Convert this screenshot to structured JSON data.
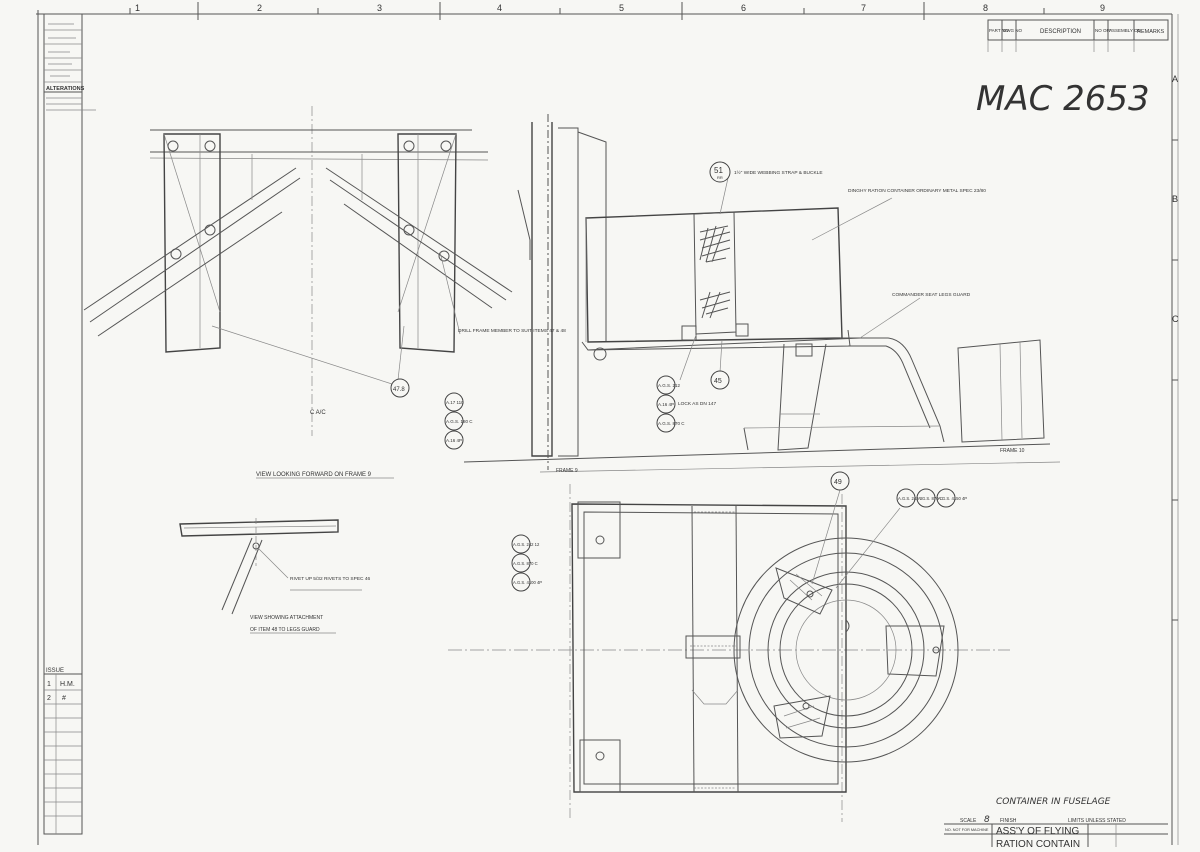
{
  "sheet": {
    "column_numbers": [
      "1",
      "2",
      "3",
      "4",
      "5",
      "6",
      "7",
      "8",
      "9"
    ],
    "row_letters": [
      "A",
      "B",
      "C"
    ]
  },
  "revision_table": {
    "headers": [
      "PART NO",
      "DWG NO",
      "DESCRIPTION",
      "NO OFF",
      "ASSEMBLY ON",
      "REMARKS"
    ]
  },
  "left_strip": {
    "heading": "ALTERATIONS",
    "issue_label": "ISSUE",
    "issue_rows": [
      [
        "1",
        "H.M."
      ],
      [
        "2",
        "#"
      ]
    ]
  },
  "drawing_number": "MAC 2653",
  "views": {
    "frame_view": {
      "caption": "VIEW LOOKING FORWARD ON FRAME 9",
      "centerline_label": "C A/C",
      "note": "DRILL FRAME MEMBER TO SUIT ITEMS 47 & 48"
    },
    "side_view": {
      "note_strap": "1½\" WIDE WEBBING STRAP & BUCKLE",
      "note_container": "DINGHY RATION CONTAINER ORDINARY METAL SPEC 23/80",
      "note_guard": "COMMANDER SEAT LEGS GUARD",
      "note_lock": "LOCK AS DN 147",
      "frame_9_label": "FRAME 9",
      "frame_10_label": "FRAME 10"
    },
    "attachment_view": {
      "note": "RIVET UP 5/32 RIVETS TO SPEC 46",
      "caption_line1": "VIEW SHOWING ATTACHMENT",
      "caption_line2": "OF ITEM 48 TO LEGS GUARD"
    }
  },
  "balloons": {
    "item_51": "51",
    "item_51_sub": "RR",
    "item_47": "47.8",
    "item_45": "45",
    "item_49": "49"
  },
  "part_callouts": {
    "frame_group": [
      "A.17 110",
      "A.G.S. 180 C",
      "A.16 4P"
    ],
    "side_group": [
      "A.G.S. 212",
      "A.16 4P",
      "A.G.S. 870 C"
    ],
    "plan_left_group": [
      "A.G.S. 242 12",
      "A.G.S. 870 C",
      "A.G.S. 4100 4P"
    ],
    "plan_top_group": [
      "A.G.S. 242 3",
      "A.G.S. 870 C",
      "A.G.S. 4150 4P"
    ]
  },
  "title_block": {
    "scale_label": "SCALE",
    "scale_value": "8",
    "finish_label": "FINISH",
    "limits_label": "LIMITS UNLESS STATED",
    "not_for_label": "NO. NOT FOR MACHINE",
    "title_line1": "ASS'Y OF FLYING",
    "title_line2": "RATION CONTAIN",
    "handwritten_note": "CONTAINER IN FUSELAGE"
  }
}
